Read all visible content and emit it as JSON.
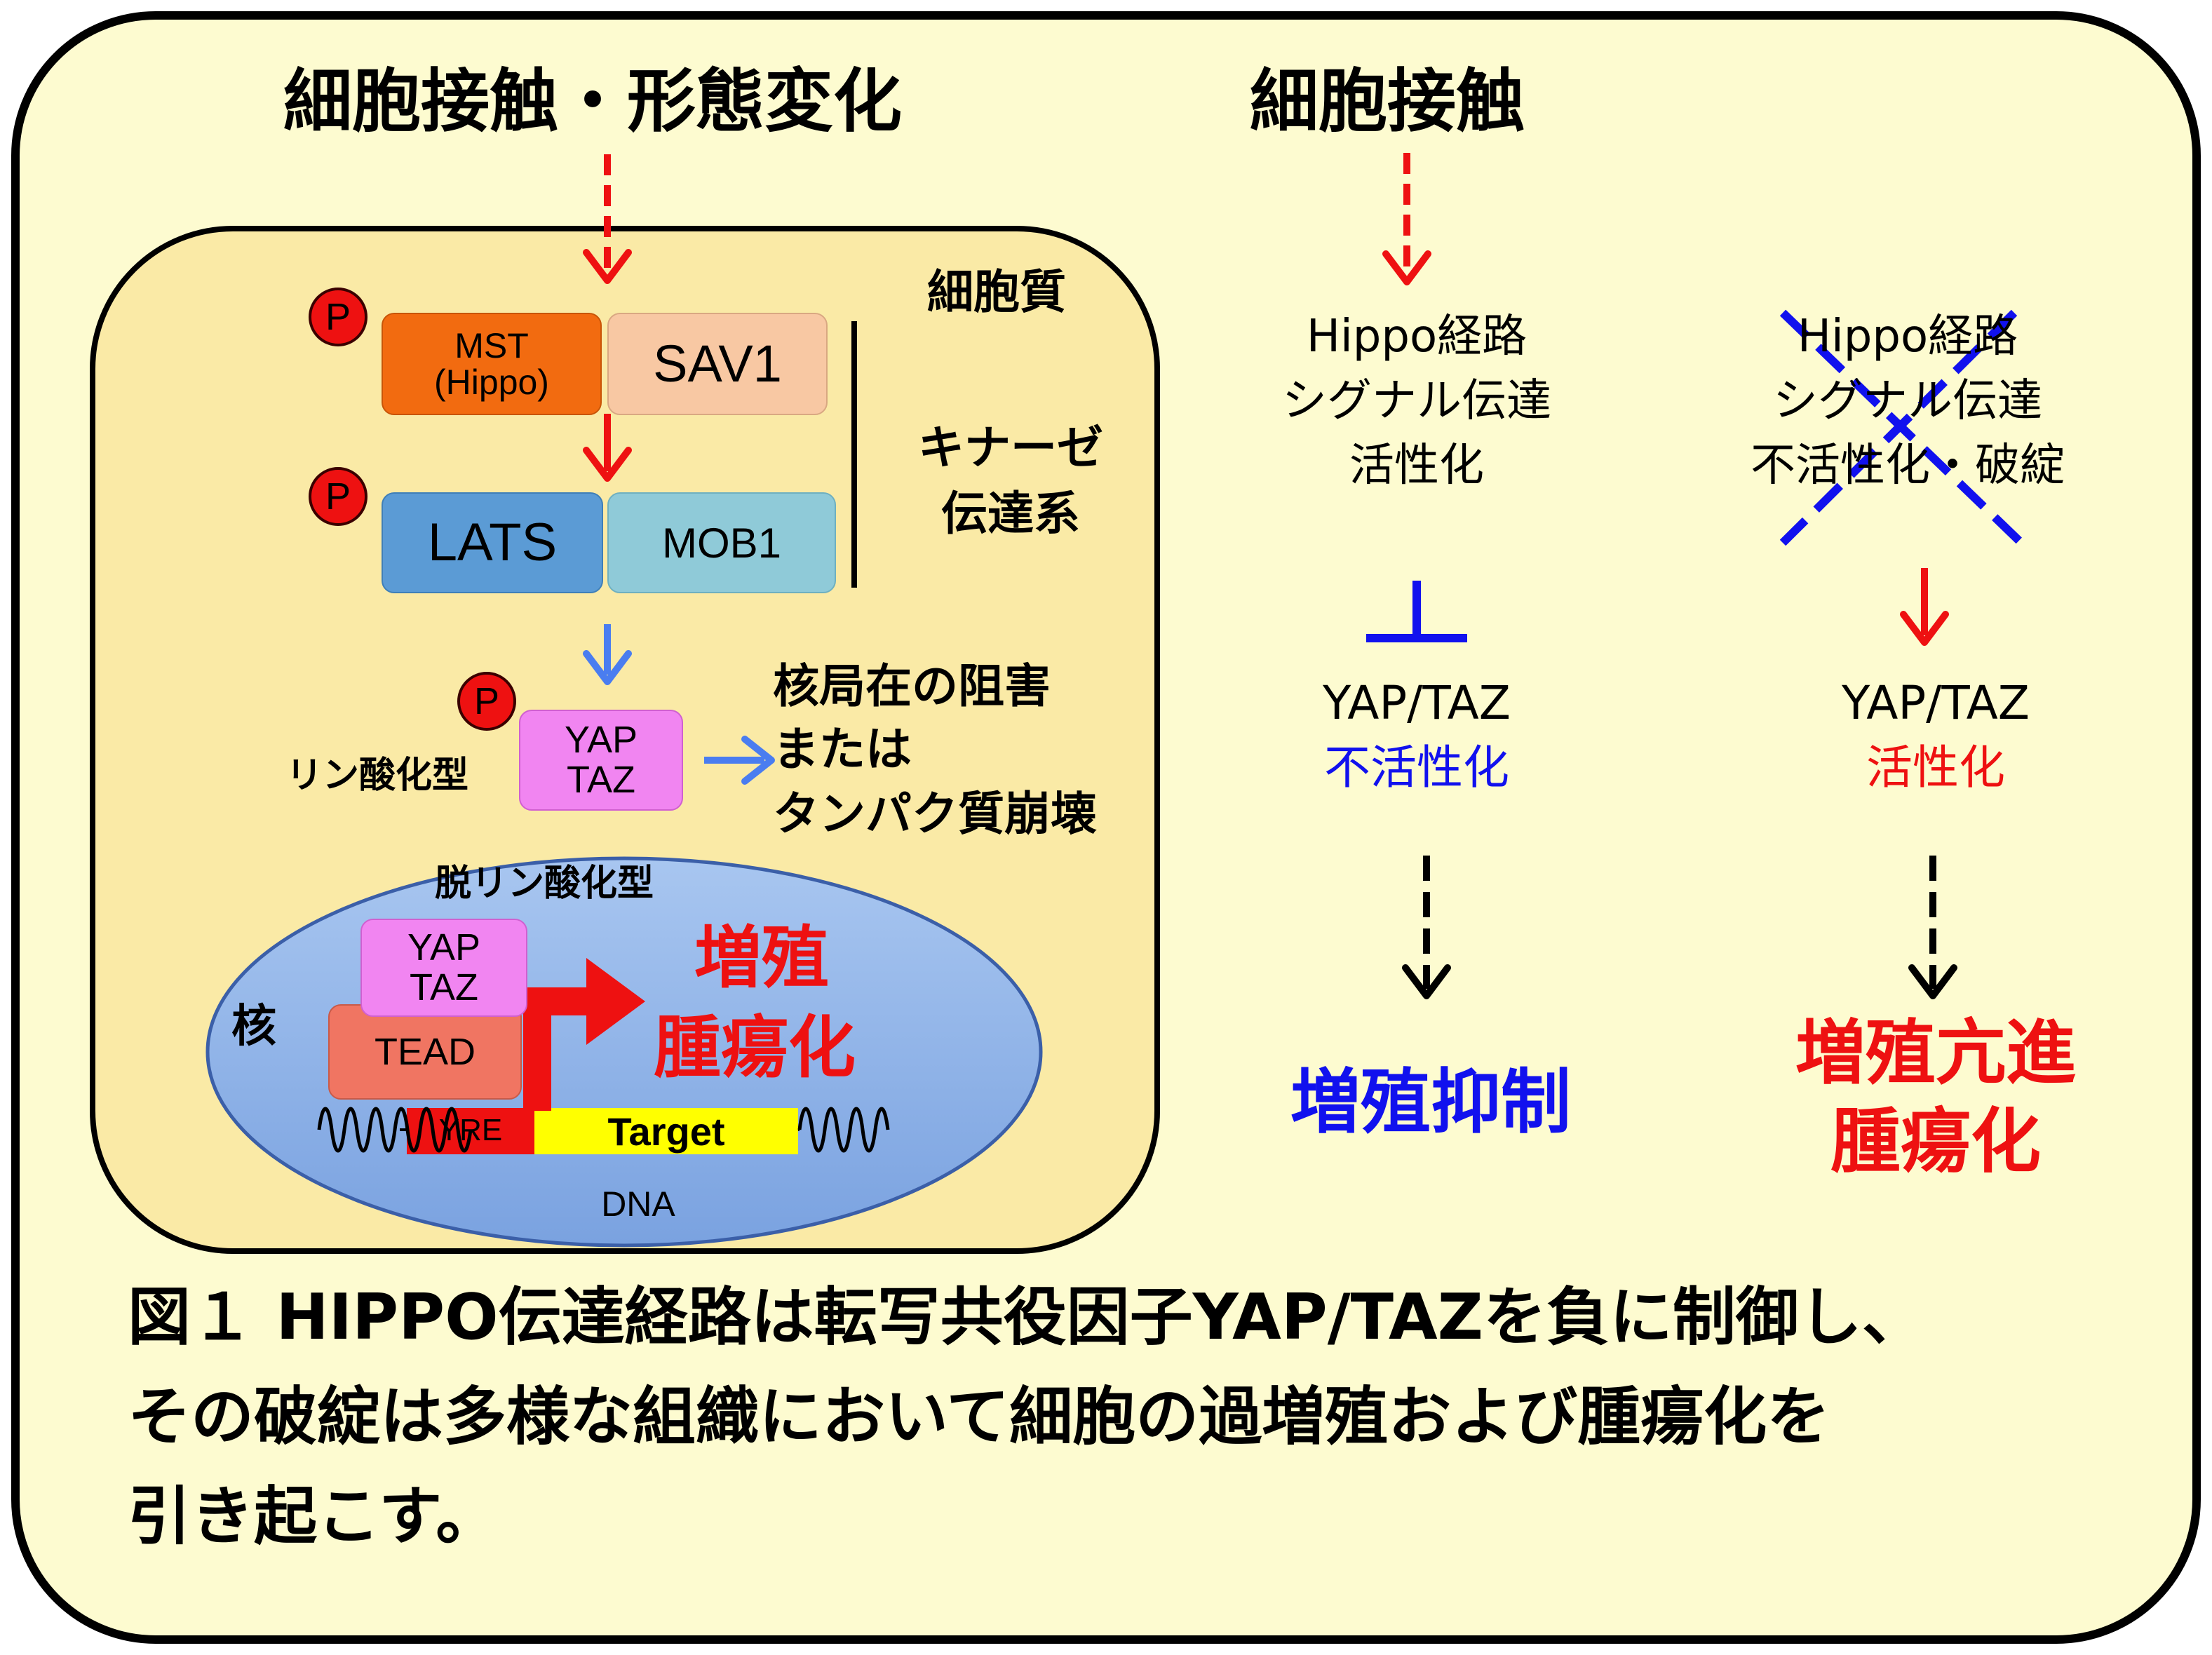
{
  "left_panel": {
    "title": "細胞接触・形態変化",
    "cytoplasm_label": "細胞質",
    "kinase_label": [
      "キナーゼ",
      "伝達系"
    ],
    "phospho_label": "P",
    "mst": [
      "MST",
      "(Hippo)"
    ],
    "sav1": "SAV1",
    "lats": "LATS",
    "mob1": "MOB1",
    "yap_taz": [
      "YAP",
      "TAZ"
    ],
    "phosphorylated_label": "リン酸化型",
    "fate": [
      "核局在の阻害",
      "または",
      "タンパク質崩壊"
    ],
    "nucleus": {
      "dephosphorylated_label": "脱リン酸化型",
      "nucleus_label": "核",
      "yap_taz": [
        "YAP",
        "TAZ"
      ],
      "tead": "TEAD",
      "outcome": [
        "増殖",
        "腫瘍化"
      ],
      "yre": "YRE",
      "target": "Target",
      "dna": "DNA"
    }
  },
  "right_panel": {
    "title": "細胞接触",
    "active_branch": {
      "pathway": [
        "Hippo経路",
        "シグナル伝達",
        "活性化"
      ],
      "yap_taz": "YAP/TAZ",
      "state": "不活性化",
      "outcome": "増殖抑制"
    },
    "broken_branch": {
      "pathway": [
        "Hippo経路",
        "シグナル伝達",
        "不活性化・破綻"
      ],
      "yap_taz": "YAP/TAZ",
      "state": "活性化",
      "outcome": [
        "増殖亢進",
        "腫瘍化"
      ]
    }
  },
  "caption": [
    "図１ HIPPO伝達経路は転写共役因子YAP/TAZを負に制御し、",
    "その破綻は多様な組織において細胞の過増殖および腫瘍化を",
    "引き起こす。"
  ],
  "colors": {
    "background": "#fdfbd0",
    "panel": "#faeaa6",
    "mst": "#f26b10",
    "sav1": "#f8c8a3",
    "lats": "#5b9bd5",
    "mob1": "#8fcad8",
    "yap_taz": "#f185f1",
    "tead": "#f07562",
    "nucleus": "#8fb3e6",
    "yre": "#ee1111",
    "target": "#ffff00",
    "activation": "#ee1111",
    "inhibition": "#1111ee",
    "blue_arrow": "#4a7df0"
  }
}
